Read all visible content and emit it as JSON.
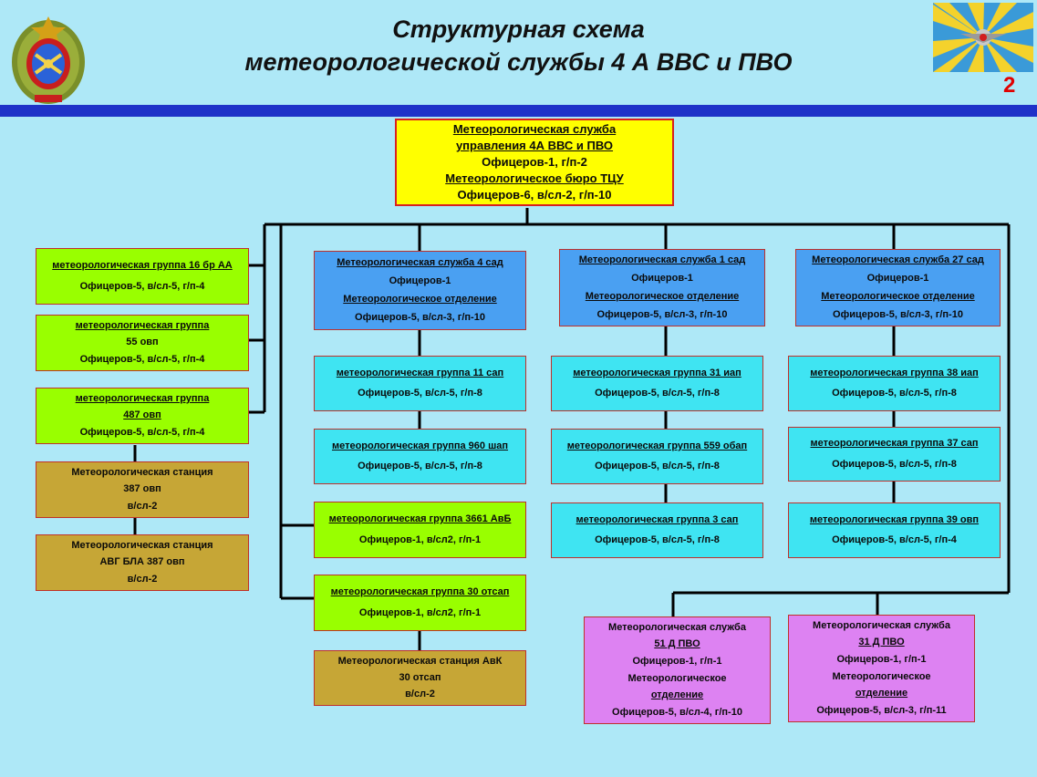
{
  "header": {
    "title_line1": "Структурная схема",
    "title_line2": "метеорологической службы 4 А ВВС и ПВО",
    "page_number": "2"
  },
  "colors": {
    "background": "#aee8f7",
    "top_bar": "#1f32c8",
    "hq": "#ffff00",
    "group_green": "#99ff00",
    "station_khaki": "#c6a636",
    "division_blue": "#4aa0f2",
    "regiment_cyan": "#3fe4f2",
    "air_defense_violet": "#dd82f2",
    "connector": "#000000"
  },
  "icons": {
    "emblem": "air-force-emblem",
    "flag": "air-force-flag"
  },
  "hq": {
    "l1": "Метеорологическая служба",
    "l2": "управления 4А ВВС и ПВО",
    "l3": "Офицеров-1, г/п-2",
    "l4": "Метеорологическое бюро ТЦУ",
    "l5": "Офицеров-6, в/сл-2, г/п-10"
  },
  "left": [
    {
      "l1": "метеорологическая группа 16 бр АА",
      "l2": "Офицеров-5, в/сл-5, г/п-4"
    },
    {
      "l1": "метеорологическая группа",
      "l2": "55 овп",
      "l3": "Офицеров-5, в/сл-5, г/п-4"
    },
    {
      "l1": "метеорологическая группа",
      "l2": "487 овп",
      "l3": "Офицеров-5, в/сл-5, г/п-4"
    },
    {
      "l1": "Метеорологическая станция",
      "l2": "387 овп",
      "l3": "в/сл-2"
    },
    {
      "l1": "Метеорологическая станция",
      "l2": "АВГ БЛА 387 овп",
      "l3": "в/сл-2"
    }
  ],
  "col1": {
    "division": {
      "l1": "Метеорологическая служба 4 сад",
      "l2": "Офицеров-1",
      "l3": "Метеорологическое отделение",
      "l4": "Офицеров-5, в/сл-3, г/п-10"
    },
    "units": [
      {
        "l1": "метеорологическая группа 11 сап",
        "l2": "Офицеров-5, в/сл-5, г/п-8"
      },
      {
        "l1": "метеорологическая группа 960 шап",
        "l2": "Офицеров-5, в/сл-5, г/п-8"
      }
    ],
    "extra": [
      {
        "l1": "метеорологическая группа 3661 АвБ",
        "l2": "Офицеров-1, в/сл2, г/п-1"
      },
      {
        "l1": "метеорологическая группа 30 отсап",
        "l2": "Офицеров-1, в/сл2, г/п-1"
      }
    ],
    "station": {
      "l1": "Метеорологическая станция АвК",
      "l2": "30 отсап",
      "l3": "в/сл-2"
    }
  },
  "col2": {
    "division": {
      "l1": "Метеорологическая служба 1 сад",
      "l2": "Офицеров-1",
      "l3": "Метеорологическое отделение",
      "l4": "Офицеров-5, в/сл-3, г/п-10"
    },
    "units": [
      {
        "l1": "метеорологическая группа 31 иап",
        "l2": "Офицеров-5, в/сл-5, г/п-8"
      },
      {
        "l1": "метеорологическая группа 559 обап",
        "l2": "Офицеров-5, в/сл-5, г/п-8"
      },
      {
        "l1": "метеорологическая группа 3 сап",
        "l2": "Офицеров-5, в/сл-5, г/п-8"
      }
    ]
  },
  "col3": {
    "division": {
      "l1": "Метеорологическая служба 27 сад",
      "l2": "Офицеров-1",
      "l3": "Метеорологическое отделение",
      "l4": "Офицеров-5, в/сл-3, г/п-10"
    },
    "units": [
      {
        "l1": "метеорологическая группа 38 иап",
        "l2": "Офицеров-5, в/сл-5, г/п-8"
      },
      {
        "l1": "метеорологическая группа 37 сап",
        "l2": "Офицеров-5, в/сл-5, г/п-8"
      },
      {
        "l1": "метеорологическая группа 39 овп",
        "l2": "Офицеров-5, в/сл-5, г/п-4"
      }
    ]
  },
  "pvo": [
    {
      "l1": "Метеорологическая служба",
      "l2": "51 Д ПВО",
      "l3": "Офицеров-1, г/п-1",
      "l4": "Метеорологическое",
      "l5": "отделение",
      "l6": "Офицеров-5, в/сл-4, г/п-10"
    },
    {
      "l1": "Метеорологическая служба",
      "l2": "31 Д ПВО",
      "l3": "Офицеров-1, г/п-1",
      "l4": "Метеорологическое",
      "l5": "отделение",
      "l6": "Офицеров-5, в/сл-3, г/п-11"
    }
  ]
}
